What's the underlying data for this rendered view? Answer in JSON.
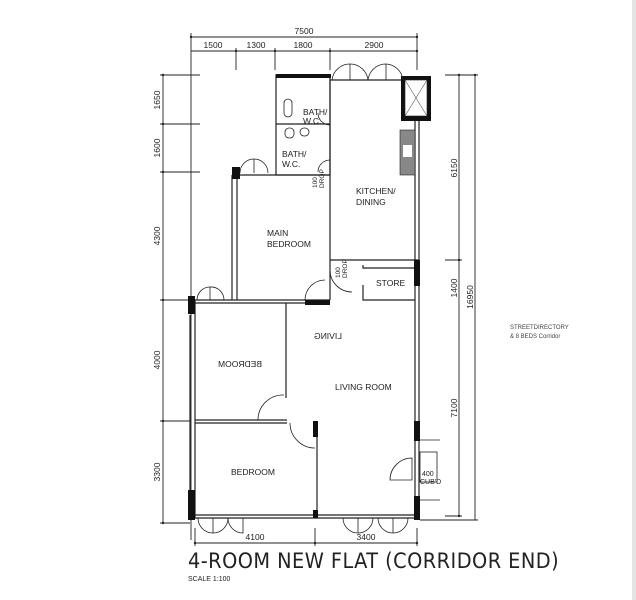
{
  "plan": {
    "title": "4-ROOM NEW FLAT (CORRIDOR END)",
    "scale_label": "SCALE   1:100"
  },
  "dimensions": {
    "top_total": "7500",
    "top_segments": [
      "1500",
      "1300",
      "1800",
      "2900"
    ],
    "left_segments": [
      "1650",
      "1600",
      "4300",
      "4000",
      "3300"
    ],
    "right_segments": [
      "6150",
      "1400",
      "7100"
    ],
    "right_total": "16950",
    "bottom_segments": [
      "4100",
      "3400"
    ]
  },
  "rooms": {
    "bath1": [
      "BATH/",
      "W.C."
    ],
    "bath2": [
      "BATH/",
      "W.C."
    ],
    "kitchen": [
      "KITCHEN/",
      "DINING"
    ],
    "main_bedroom": [
      "MAIN",
      "BEDROOM"
    ],
    "store": "STORE",
    "bedroom_mirrored": "BEDROOM",
    "living_mirrored": "LIVING",
    "living_room": "LIVING ROOM",
    "bedroom": "BEDROOM"
  },
  "annotations": {
    "drop1": [
      "100",
      "DROP"
    ],
    "drop2": [
      "100",
      "DROP"
    ],
    "cupboard": [
      "400",
      "CUB'D"
    ]
  },
  "overlay_text": [
    "STREETDIRECTORY",
    "& 8 BEDS      Corridor"
  ]
}
